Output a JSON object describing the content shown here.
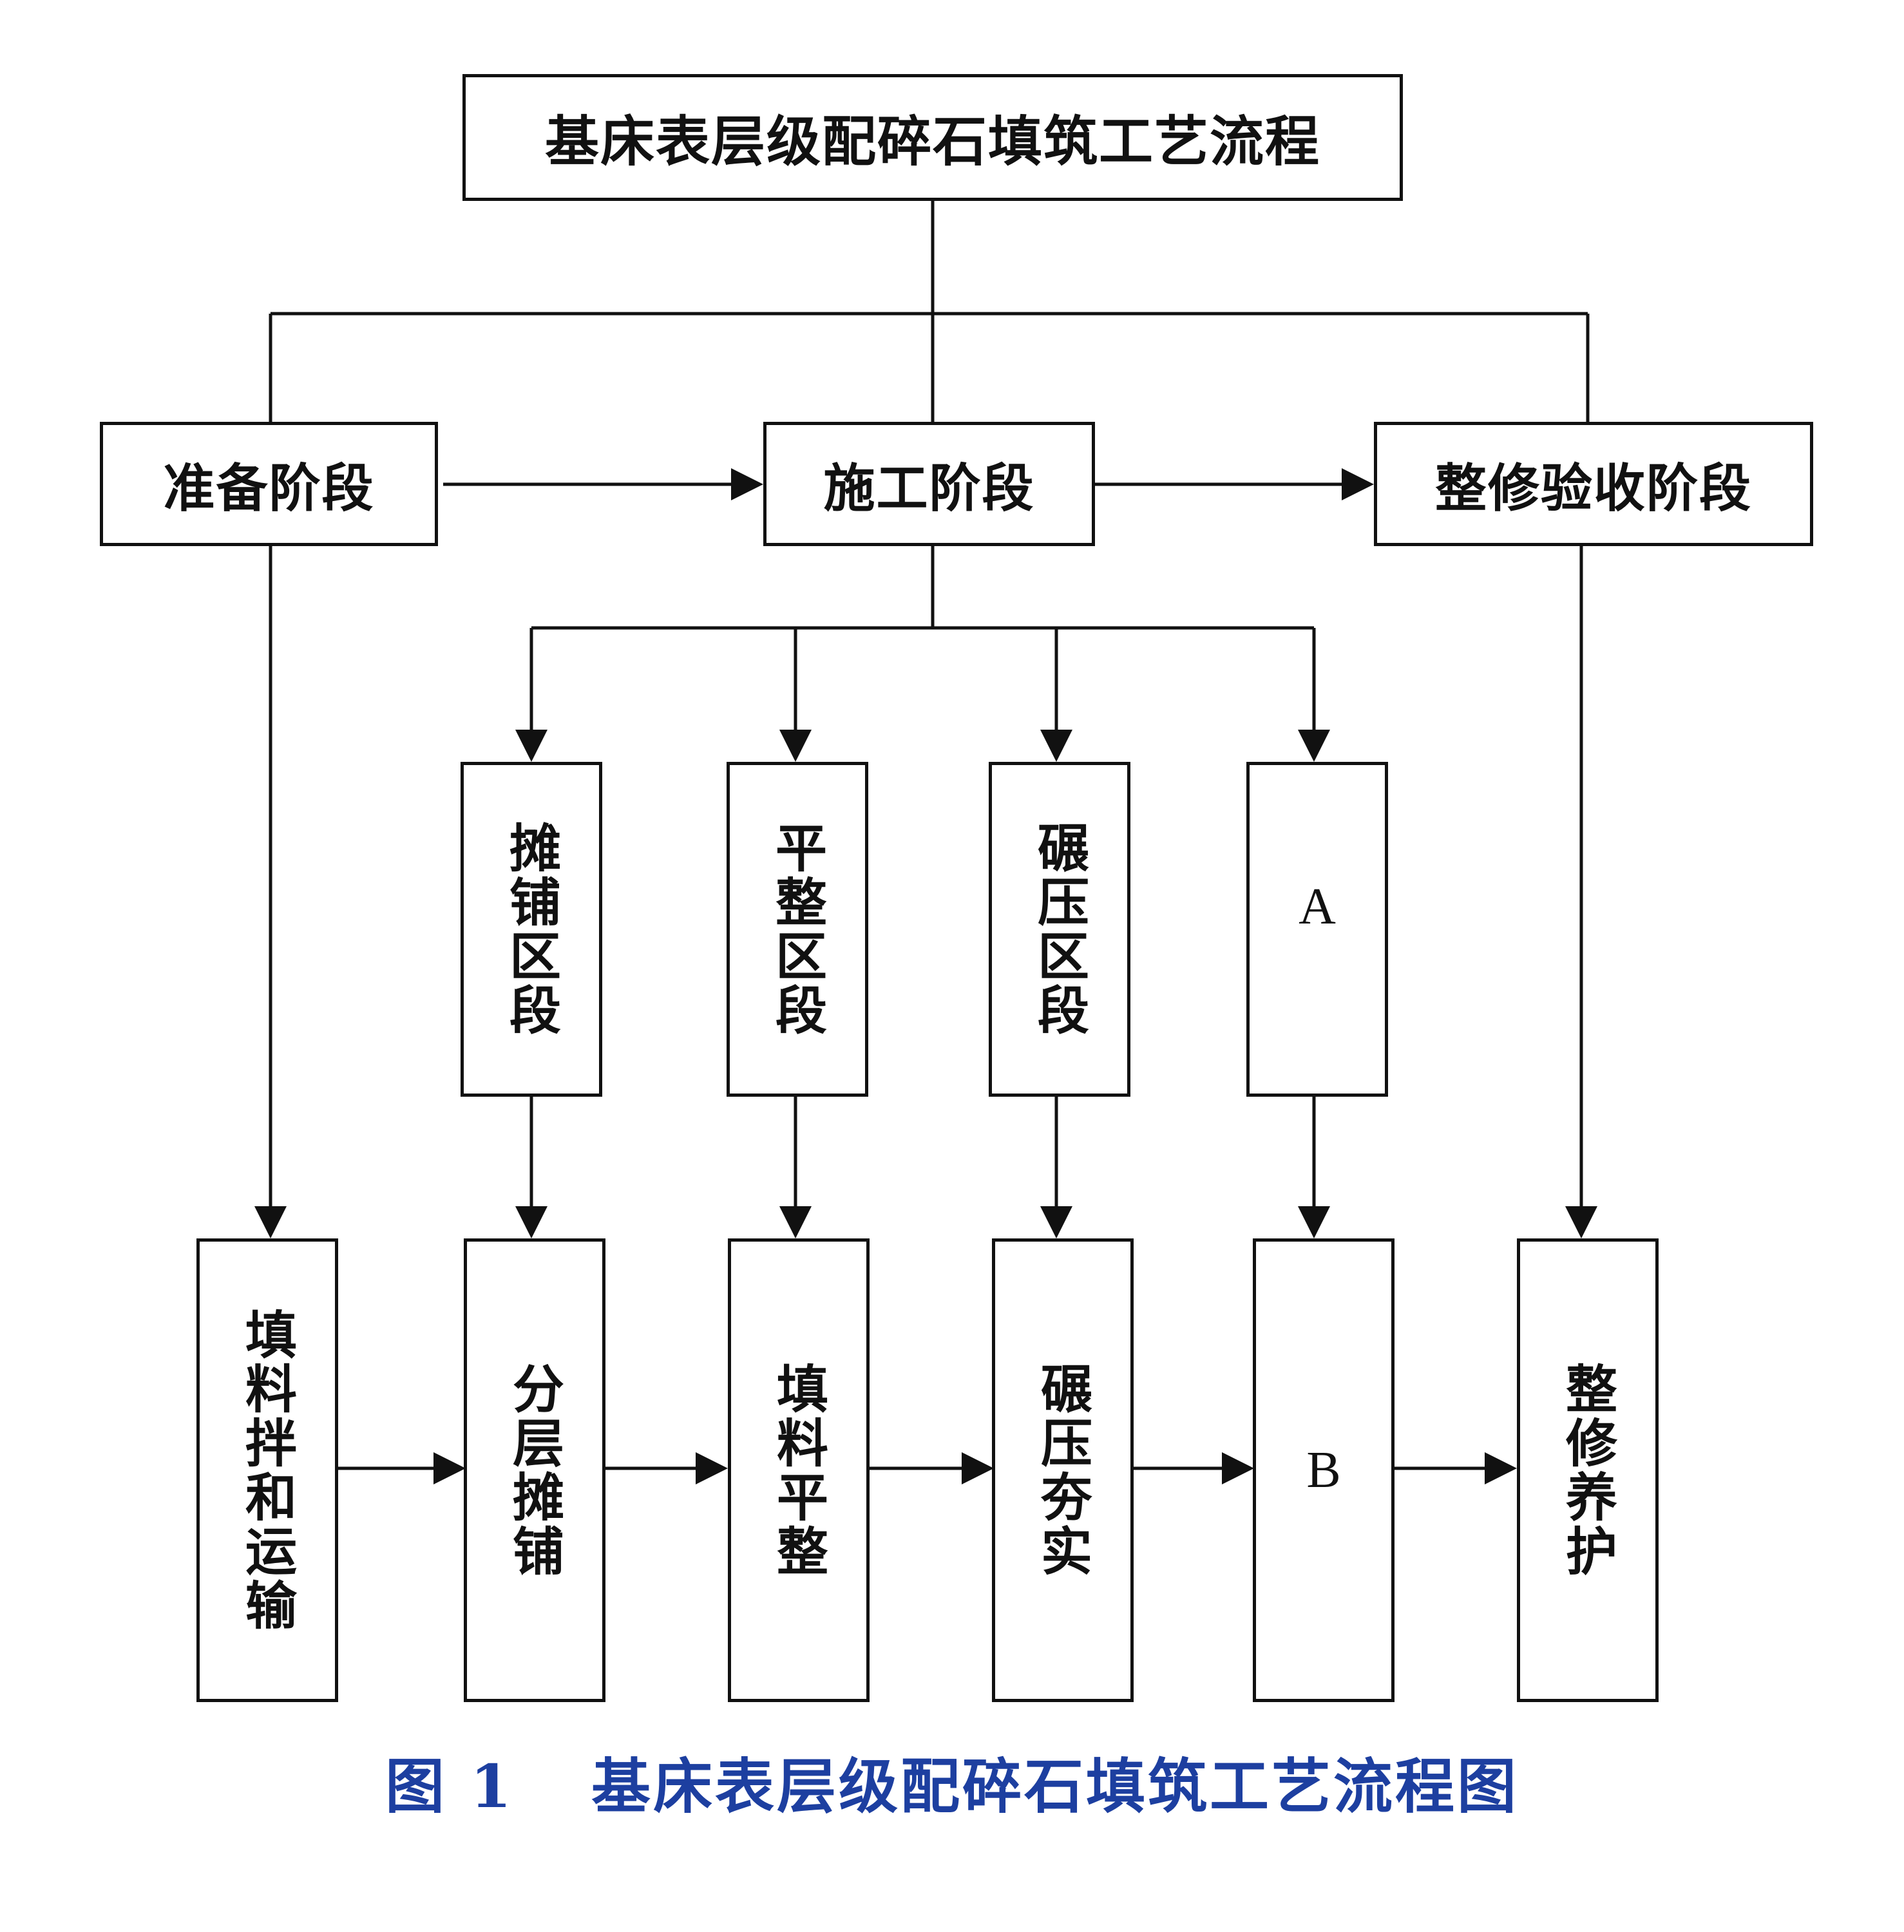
{
  "title": "基床表层级配碎石填筑工艺流程",
  "stages": {
    "prepare": "准备阶段",
    "construct": "施工阶段",
    "accept": "整修验收阶段"
  },
  "sections": {
    "spread": "摊铺区段",
    "level": "平整区段",
    "compact": "碾压区段",
    "a": "A"
  },
  "steps": {
    "mix": "填料拌和运输",
    "layer": "分层摊铺",
    "flat": "填料平整",
    "tamp": "碾压夯实",
    "b": "B",
    "cure": "整修养护"
  },
  "caption": {
    "label": "图 1",
    "text": "基床表层级配碎石填筑工艺流程图"
  }
}
